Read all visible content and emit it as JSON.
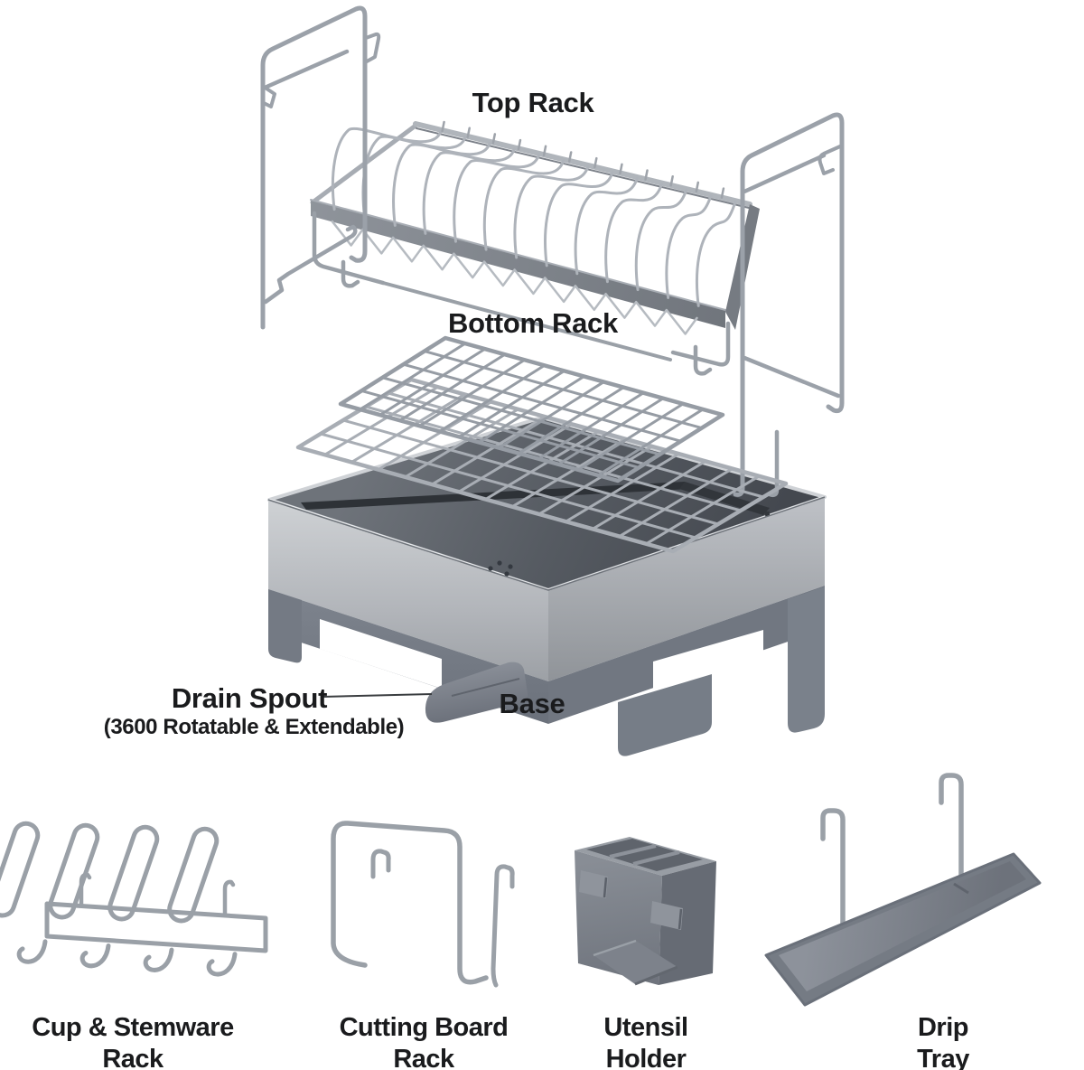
{
  "labels": {
    "top_rack": "Top Rack",
    "bottom_rack": "Bottom Rack",
    "drain_spout": "Drain Spout",
    "drain_spout_note": "(3600 Rotatable & Extendable)",
    "base": "Base"
  },
  "accessories": [
    {
      "line1": "Cup & Stemware",
      "line2": "Rack"
    },
    {
      "line1": "Cutting Board",
      "line2": "Rack"
    },
    {
      "line1": "Utensil",
      "line2": "Holder"
    },
    {
      "line1": "Drip",
      "line2": "Tray"
    }
  ],
  "colors": {
    "background": "#ffffff",
    "label_text": "#1a1b1d",
    "wire_metal": "#9aa0a7",
    "steel_light": "#c7cacd",
    "basin_top_dark": "#4a4e54",
    "plastic_gray": "#767d87"
  }
}
